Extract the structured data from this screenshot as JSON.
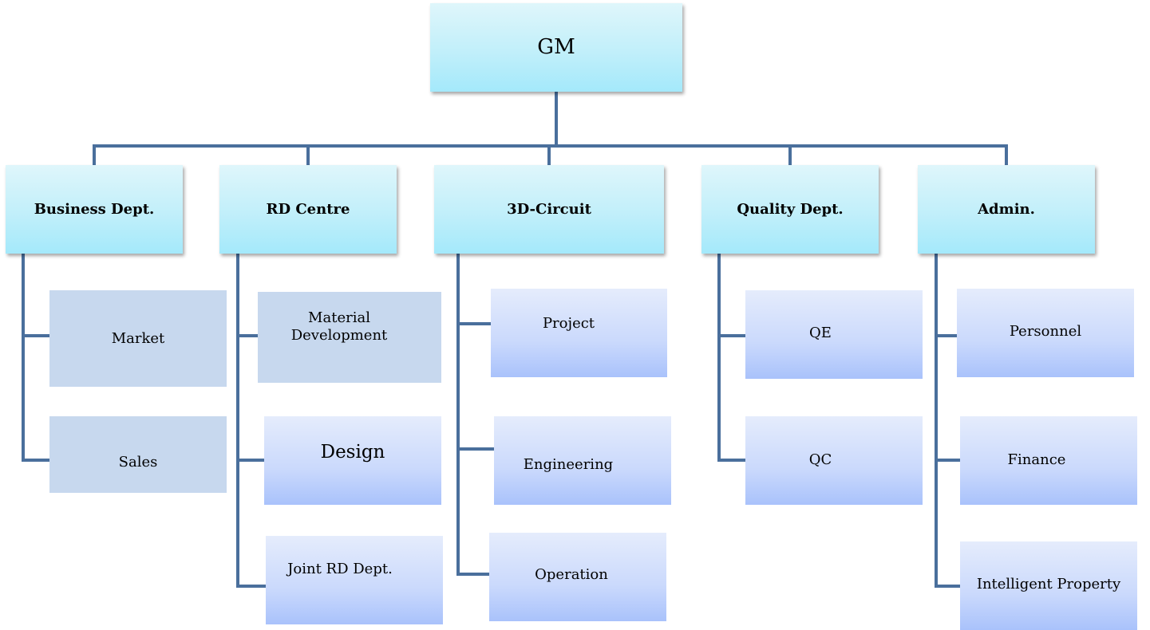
{
  "gm": {
    "label": "GM"
  },
  "departments": [
    {
      "label": "Business Dept.",
      "units": [
        {
          "label": "Market"
        },
        {
          "label": "Sales"
        }
      ]
    },
    {
      "label": "RD Centre",
      "units": [
        {
          "label": "Material Development"
        },
        {
          "label": "Design"
        },
        {
          "label": "Joint RD Dept."
        }
      ]
    },
    {
      "label": "3D-Circuit",
      "units": [
        {
          "label": "Project"
        },
        {
          "label": "Engineering"
        },
        {
          "label": "Operation"
        }
      ]
    },
    {
      "label": "Quality Dept.",
      "units": [
        {
          "label": "QE"
        },
        {
          "label": "QC"
        }
      ]
    },
    {
      "label": "Admin.",
      "units": [
        {
          "label": "Personnel"
        },
        {
          "label": "Finance"
        },
        {
          "label": "Intelligent Property"
        }
      ]
    }
  ],
  "colors": {
    "connector": "#4a6f9c",
    "head_fill": "#b8edfa",
    "unit_flat_fill": "#c7d8ee",
    "unit_gradient_fill": "#cad9fc"
  }
}
